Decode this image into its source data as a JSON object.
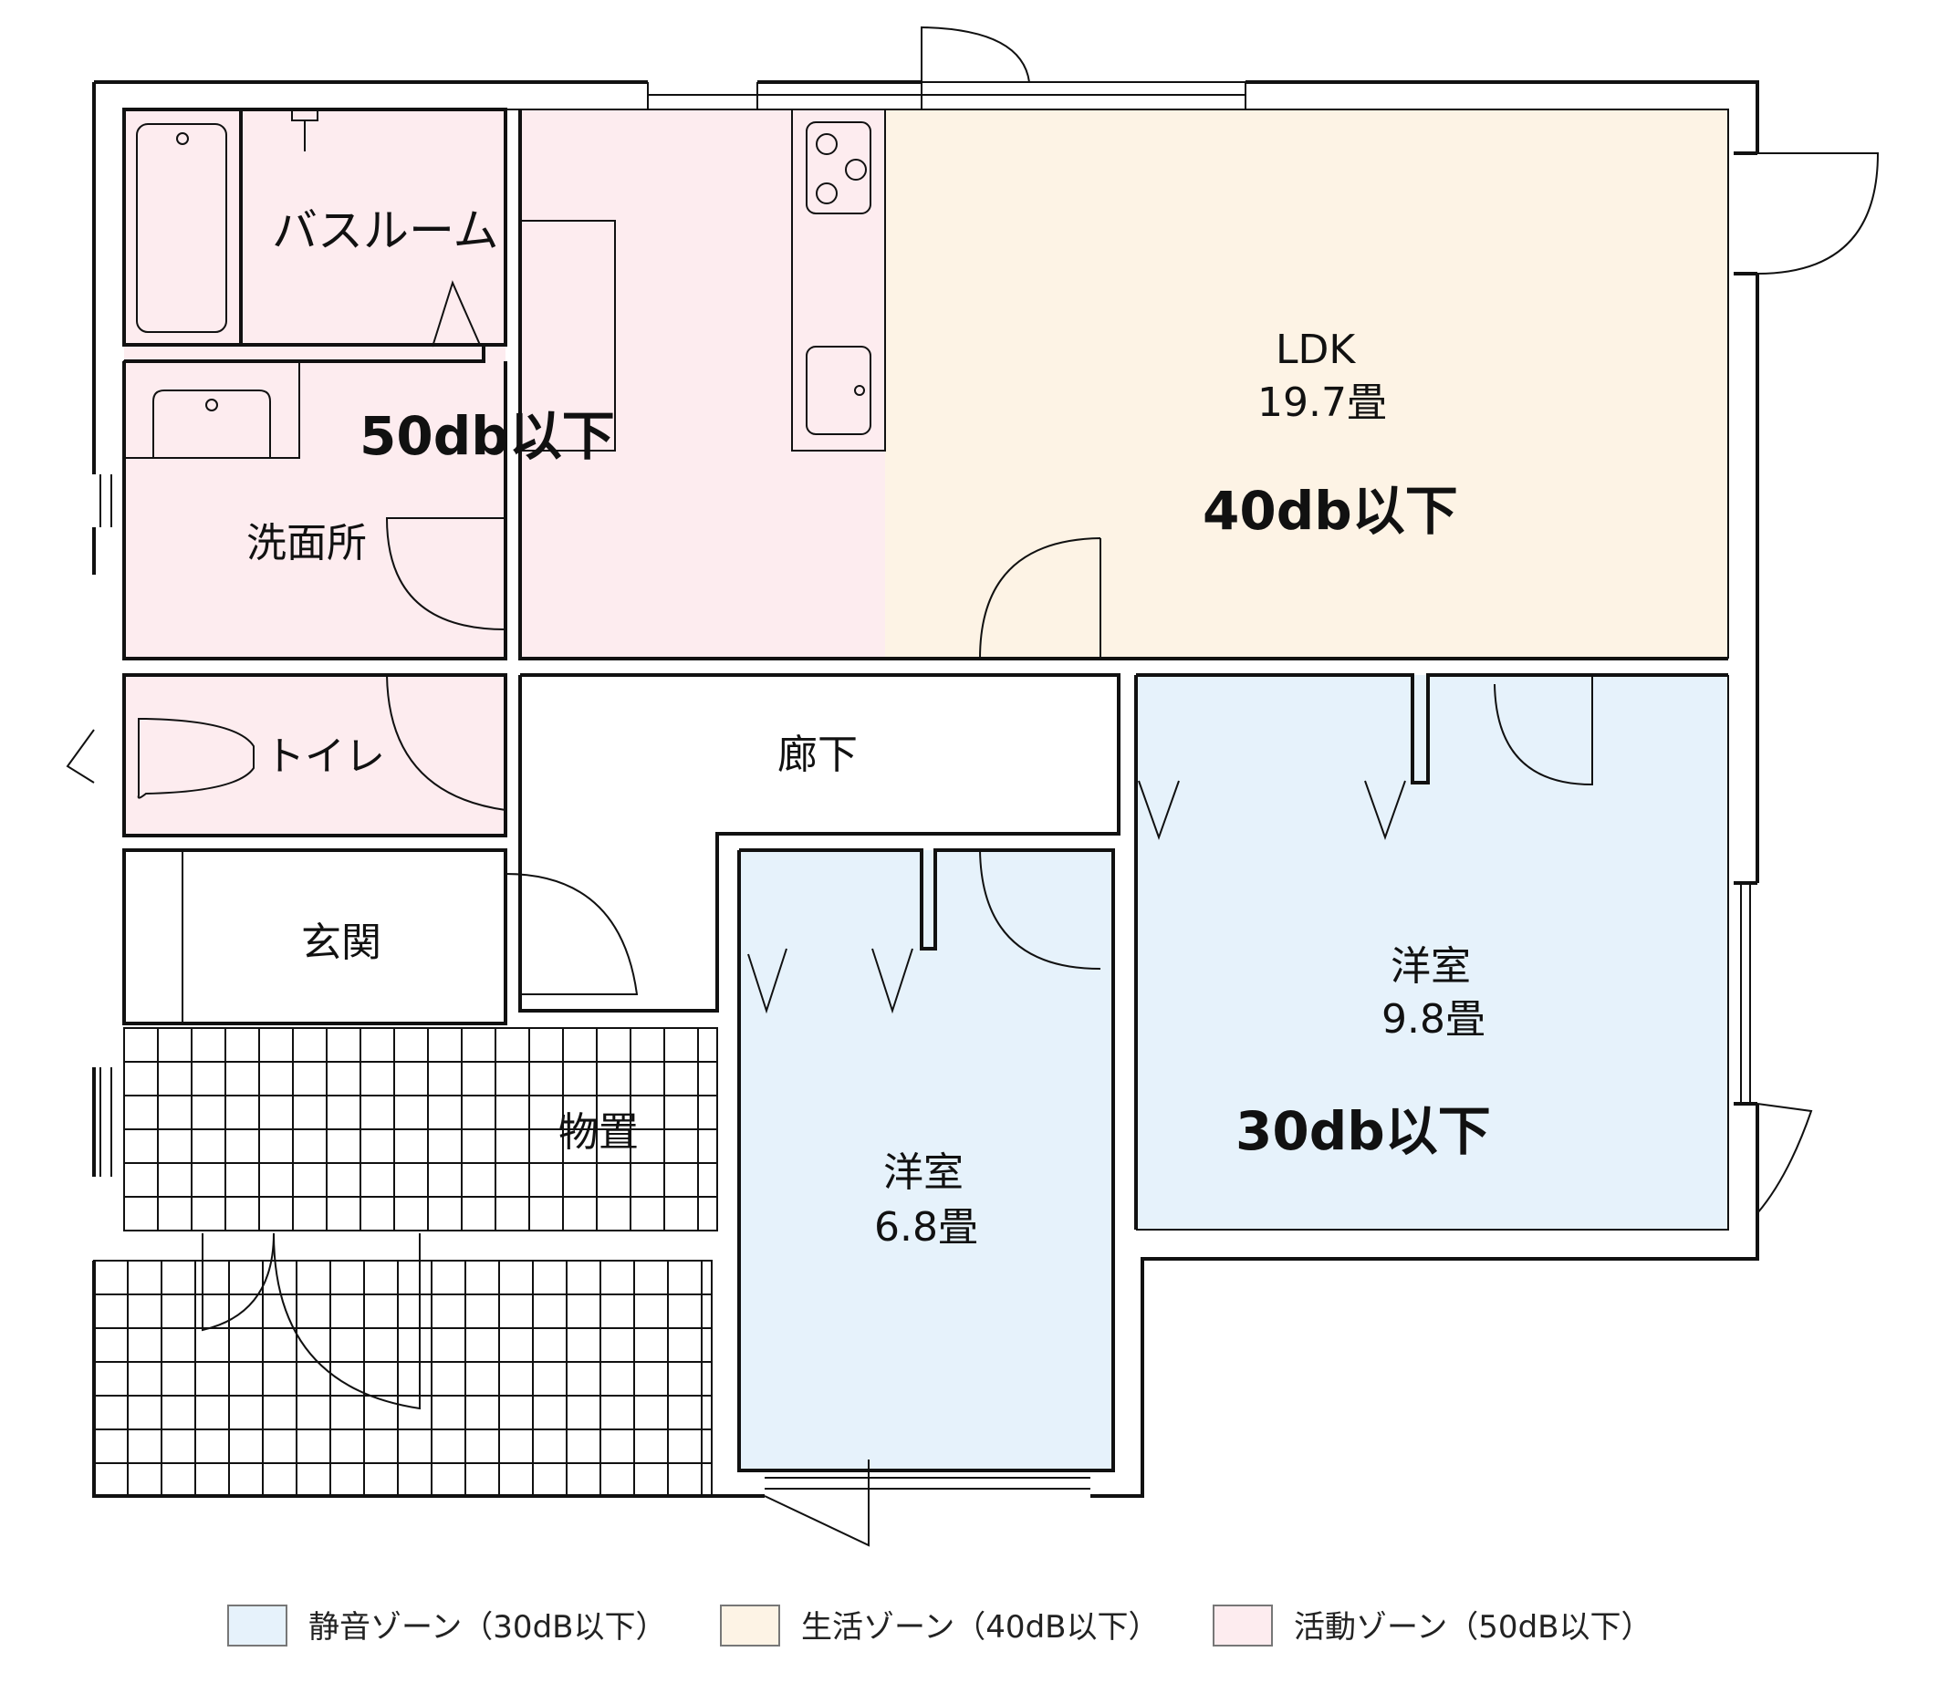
{
  "colors": {
    "quiet_zone": "#e6f2fb",
    "living_zone": "#fdf3e5",
    "active_zone": "#fdecef",
    "wall": "#111111"
  },
  "rooms": {
    "bathroom": "バスルーム",
    "washroom": "洗面所",
    "toilet": "トイレ",
    "entrance": "玄関",
    "storage": "物置",
    "hallway": "廊下",
    "ldk_name": "LDK",
    "ldk_size": "19.7畳",
    "western_large_name": "洋室",
    "western_large_size": "9.8畳",
    "western_small_name": "洋室",
    "western_small_size": "6.8畳"
  },
  "zones": {
    "active_db": "50db以下",
    "living_db": "40db以下",
    "quiet_db": "30db以下"
  },
  "legend": [
    {
      "label": "静音ゾーン（30dB以下）",
      "color": "#e6f2fb"
    },
    {
      "label": "生活ゾーン（40dB以下）",
      "color": "#fdf3e5"
    },
    {
      "label": "活動ゾーン（50dB以下）",
      "color": "#fdecef"
    }
  ]
}
